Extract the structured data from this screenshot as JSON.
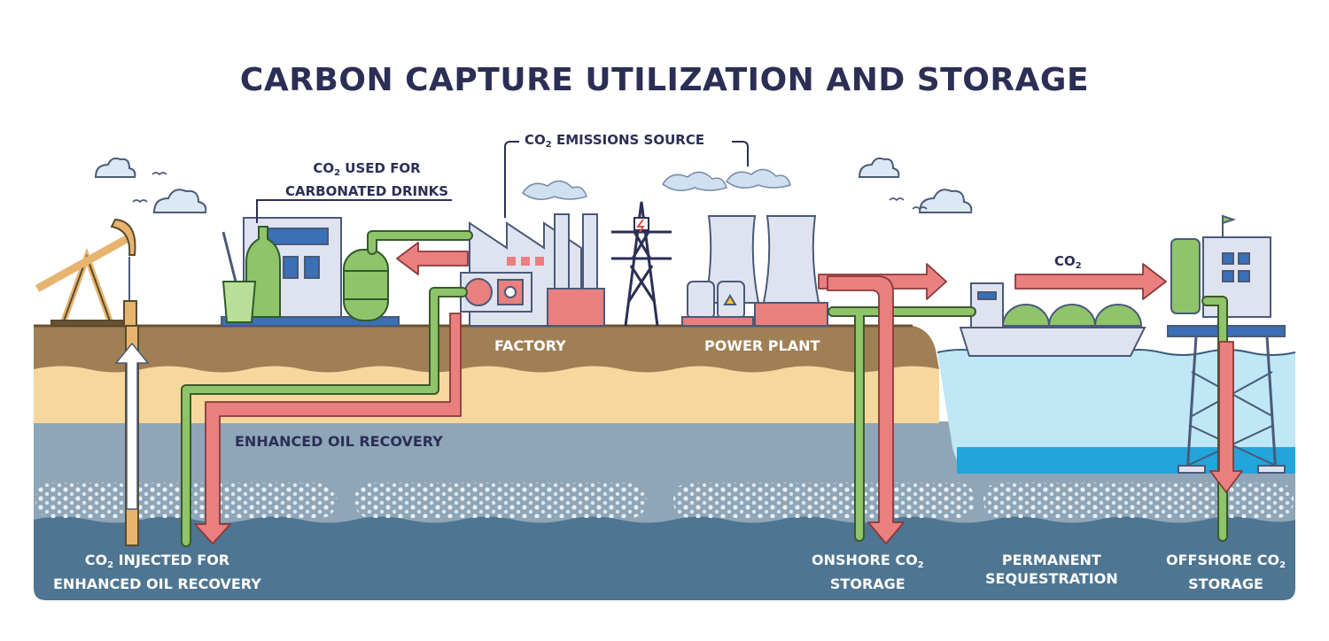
{
  "title": "CARBON CAPTURE UTILIZATION AND STORAGE",
  "labels": {
    "emissions_source": {
      "pre": "CO",
      "sub": "2",
      "post": " EMISSIONS SOURCE"
    },
    "drinks_line1": {
      "pre": "CO",
      "sub": "2",
      "post": " USED FOR"
    },
    "drinks_line2": "CARBONATED DRINKS",
    "factory": "FACTORY",
    "power_plant": "POWER PLANT",
    "ship_co2": {
      "pre": "CO",
      "sub": "2",
      "post": ""
    },
    "enhanced_oil_recovery": "ENHANCED OIL RECOVERY",
    "injected_line1": {
      "pre": "CO",
      "sub": "2",
      "post": " INJECTED FOR"
    },
    "injected_line2": "ENHANCED OIL RECOVERY",
    "onshore_line1": {
      "pre": "ONSHORE CO",
      "sub": "2",
      "post": ""
    },
    "onshore_line2": "STORAGE",
    "permanent_line1": "PERMANENT",
    "permanent_line2": "SEQUESTRATION",
    "offshore_line1": {
      "pre": "OFFSHORE CO",
      "sub": "2",
      "post": ""
    },
    "offshore_line2": "STORAGE"
  },
  "colors": {
    "title": "#2b2f55",
    "soil_top": "#a07f55",
    "sand": "#f6d79e",
    "rock": "#8fa6b8",
    "deep": "#4e7591",
    "water": "#bfe7f6",
    "pipe_green": "#8fc46a",
    "arrow_red": "#e97f7f",
    "building": "#dfe3f0"
  }
}
